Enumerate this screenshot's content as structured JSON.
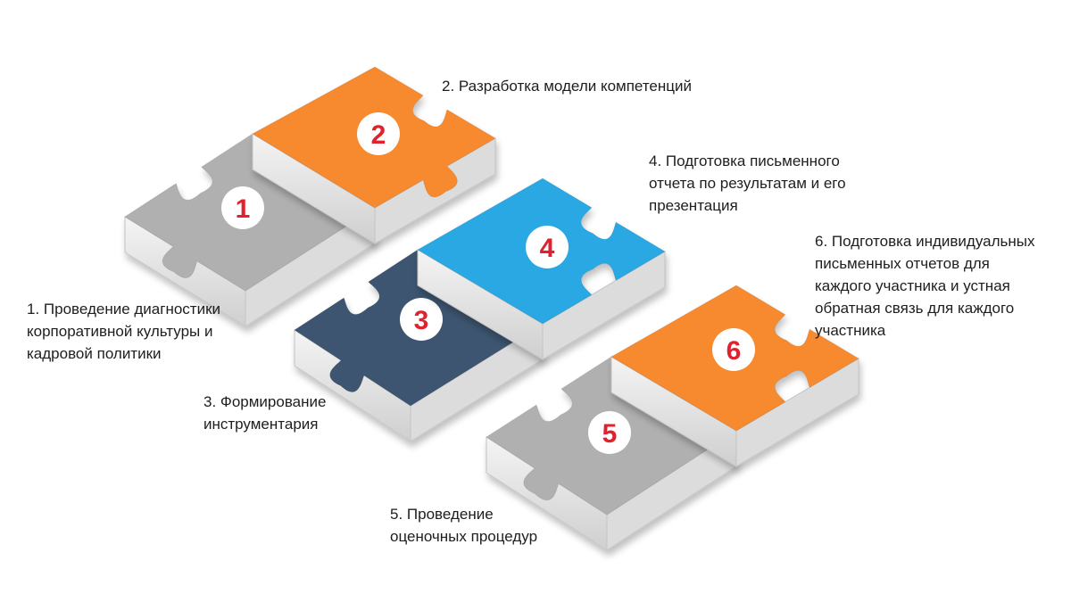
{
  "colors": {
    "orange": "#F7892E",
    "blue": "#29A8E3",
    "navy": "#3E5470",
    "gray": "#B0B0B0",
    "side": "#DCDCDC",
    "number": "#E0202E"
  },
  "steps": [
    {
      "number": "1",
      "color": "gray",
      "lines": [
        "1. Проведение диагностики",
        "корпоративной культуры и",
        "кадровой политики"
      ]
    },
    {
      "number": "2",
      "color": "orange",
      "lines": [
        "2. Разработка модели компетенций"
      ]
    },
    {
      "number": "3",
      "color": "navy",
      "lines": [
        "3. Формирование",
        "инструментария"
      ]
    },
    {
      "number": "4",
      "color": "blue",
      "lines": [
        "4. Подготовка письменного",
        "отчета по результатам и его",
        "презентация"
      ]
    },
    {
      "number": "5",
      "color": "gray",
      "lines": [
        "5. Проведение",
        "оценочных процедур"
      ]
    },
    {
      "number": "6",
      "color": "orange",
      "lines": [
        "6. Подготовка индивидуальных",
        "письменных отчетов для",
        "каждого участника и устная",
        "обратная связь для каждого",
        "участника"
      ]
    }
  ]
}
